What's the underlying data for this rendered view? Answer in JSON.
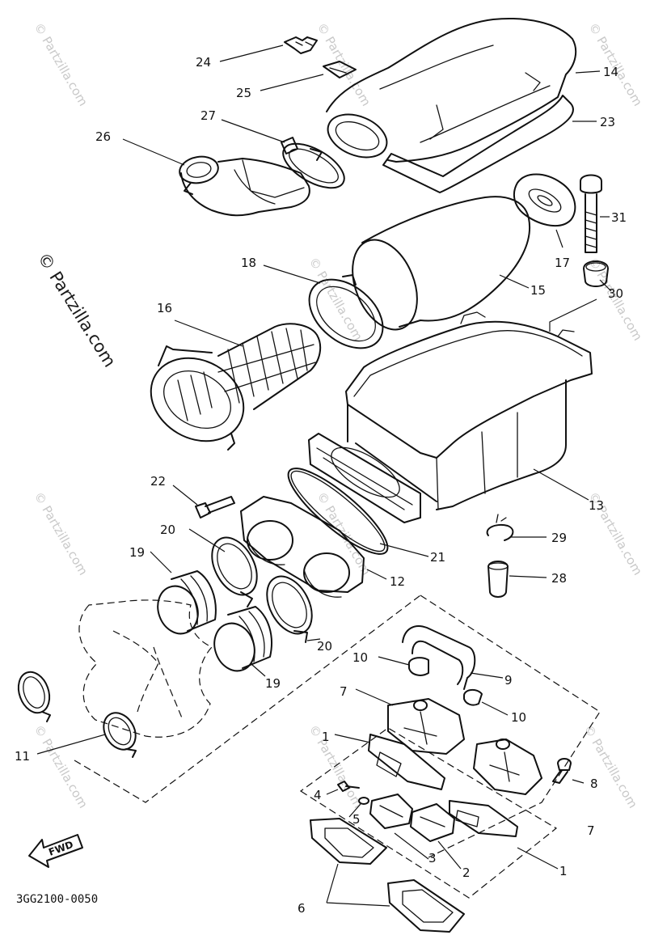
{
  "watermark": {
    "main": "© Partzilla.com",
    "repeat": "© Partzilla.com"
  },
  "drawing_code": "3GG2100-0050",
  "direction_label": "FWD",
  "callouts": {
    "c24": "24",
    "c25": "25",
    "c26": "26",
    "c27": "27",
    "c14": "14",
    "c23": "23",
    "c31": "31",
    "c17": "17",
    "c18": "18",
    "c15": "15",
    "c30": "30",
    "c16": "16",
    "c13": "13",
    "c22": "22",
    "c20a": "20",
    "c29": "29",
    "c19a": "19",
    "c21": "21",
    "c12": "12",
    "c28": "28",
    "c20b": "20",
    "c19b": "19",
    "c10a": "10",
    "c9": "9",
    "c7a": "7",
    "c10b": "10",
    "c1a": "1",
    "c11": "11",
    "c8": "8",
    "c4": "4",
    "c5": "5",
    "c7b": "7",
    "c3": "3",
    "c2": "2",
    "c1b": "1",
    "c6": "6"
  }
}
